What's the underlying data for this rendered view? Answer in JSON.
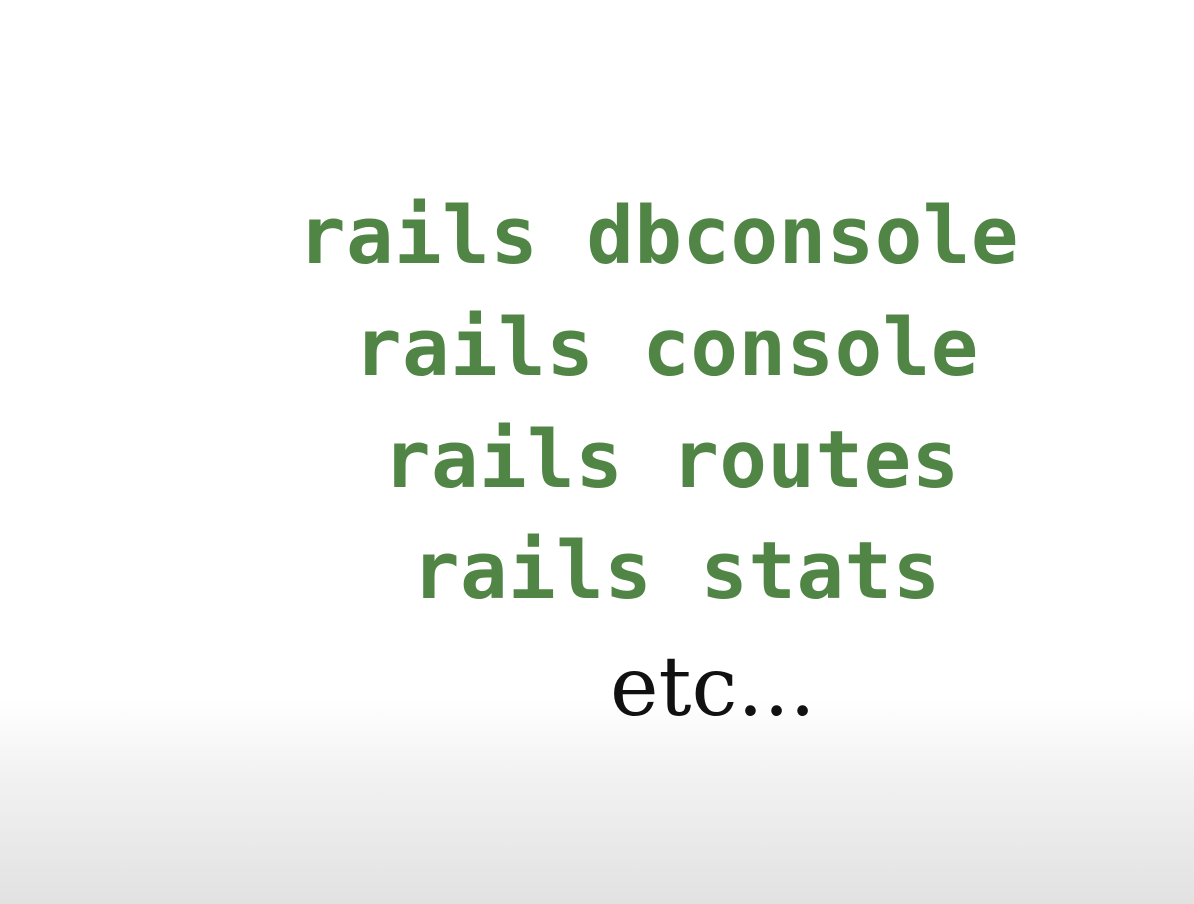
{
  "commands": [
    "rails dbconsole",
    "rails console",
    "rails routes",
    "rails stats"
  ],
  "trailing_text": "etc...",
  "colors": {
    "command": "#508546",
    "trailing": "#111111",
    "background": "#ffffff"
  }
}
